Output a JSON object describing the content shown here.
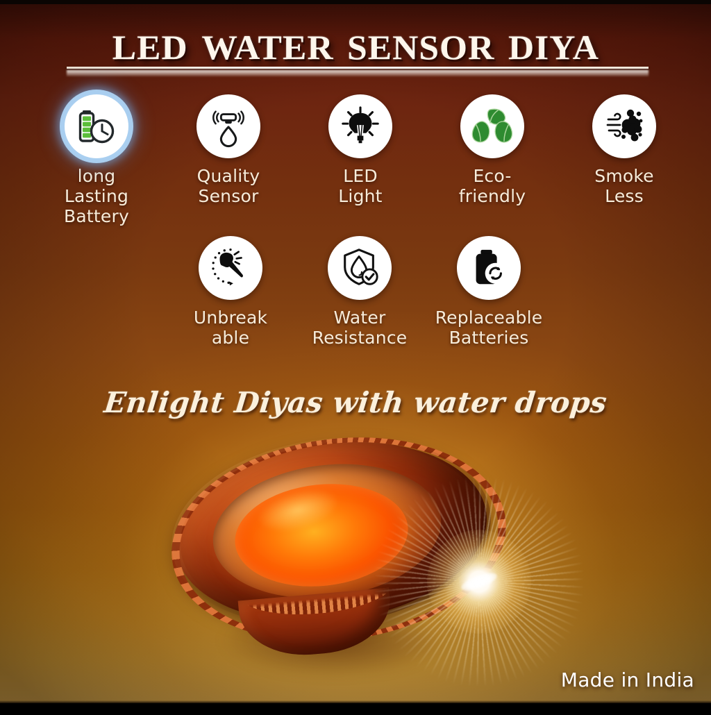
{
  "poster": {
    "title": "LED Water Sensor Diya",
    "tagline": "Enlight Diyas with water drops",
    "made_in": "Made in India",
    "colors": {
      "background_top": "#3a0f07",
      "background_bottom": "#e4bb55",
      "text_cream": "#f7ecda",
      "title_white": "#fdf6ec",
      "accent_glow_blue": "#afd6f7",
      "eco_green": "#2e8b30",
      "battery_green": "#5bbd3a",
      "flame_orange": "#ff7a08"
    }
  },
  "features": {
    "row1": [
      {
        "icon": "battery-clock-icon",
        "label": "long Lasting\nBattery",
        "glow": true
      },
      {
        "icon": "water-sensor-icon",
        "label": "Quality\nSensor",
        "glow": false
      },
      {
        "icon": "led-bulb-icon",
        "label": "LED\nLight",
        "glow": false
      },
      {
        "icon": "recycle-leaves-icon",
        "label": "Eco-\nfriendly",
        "glow": false
      },
      {
        "icon": "smoke-cloud-icon",
        "label": "Smoke\nLess",
        "glow": false
      }
    ],
    "row2": [
      {
        "icon": "hammer-unbreakable-icon",
        "label": "Unbreak\nable",
        "glow": false
      },
      {
        "icon": "shield-water-check-icon",
        "label": "Water\nResistance",
        "glow": false
      },
      {
        "icon": "battery-replace-icon",
        "label": "Replaceable\nBatteries",
        "glow": false
      }
    ]
  },
  "product_image": {
    "name": "clay-diya-lamp",
    "description": "Terracotta clay diya with beaded rim, glowing orange LED pool and starburst light flare"
  }
}
